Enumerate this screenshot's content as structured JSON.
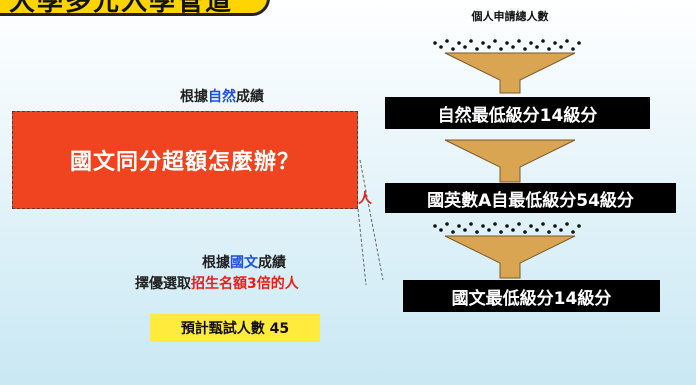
{
  "title": "大學多元入學管道",
  "header_label": "個人申請總人數",
  "notes": {
    "science_prefix": "根據",
    "science_subject": "自然",
    "science_suffix": "成績",
    "chinese_prefix": "根據",
    "chinese_subject": "國文",
    "chinese_suffix": "成績",
    "select_prefix": "擇優選取",
    "select_highlight": "招生名額3倍的人"
  },
  "callout": {
    "text": "國文同分超額怎麼辦？",
    "tail_text": "人"
  },
  "estimate": "預計甄試人數 45",
  "levels": [
    {
      "label": "自然最低級分14級分"
    },
    {
      "label": "國英數A自最低級分54級分"
    },
    {
      "label": "國文最低級分14級分"
    }
  ],
  "colors": {
    "accent_yellow": "#ffd400",
    "callout_red": "#f04420",
    "funnel_tan": "#d9a553",
    "highlight_blue": "#1f4fe0",
    "highlight_red": "#e8201b"
  }
}
